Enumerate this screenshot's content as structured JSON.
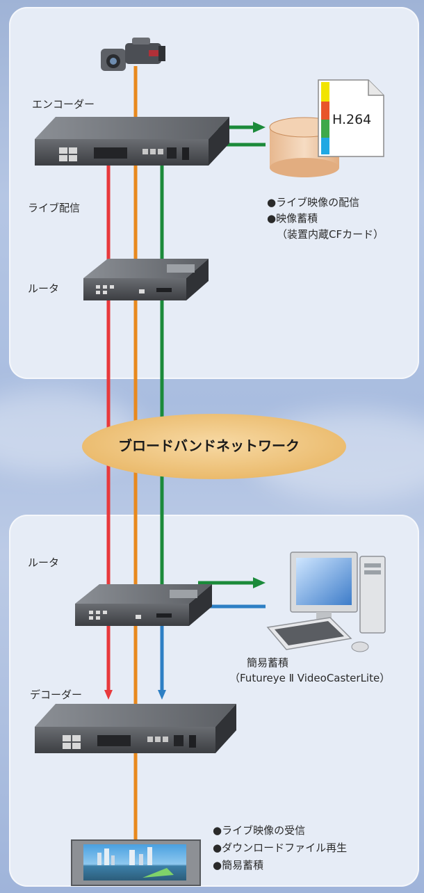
{
  "network": {
    "label": "ブロードバンドネットワーク"
  },
  "top": {
    "encoder_label": "エンコーダー",
    "live_label": "ライブ配信",
    "router_label": "ルータ",
    "storage_format": "H.264",
    "features": [
      "●ライブ映像の配信",
      "●映像蓄積",
      "（装置内蔵CFカード）"
    ]
  },
  "bottom": {
    "router_label": "ルータ",
    "decoder_label": "デコーダー",
    "pc_caption_line1": "簡易蓄積",
    "pc_caption_line2": "（Futureye Ⅱ VideoCasterLite）",
    "features": [
      "●ライブ映像の受信",
      "●ダウンロードファイル再生",
      "●簡易蓄積"
    ]
  },
  "colors": {
    "orange": "#e8891e",
    "red": "#e8393c",
    "green": "#1b8a3a",
    "blue": "#2d7fc4",
    "cloud": "#efc683"
  }
}
